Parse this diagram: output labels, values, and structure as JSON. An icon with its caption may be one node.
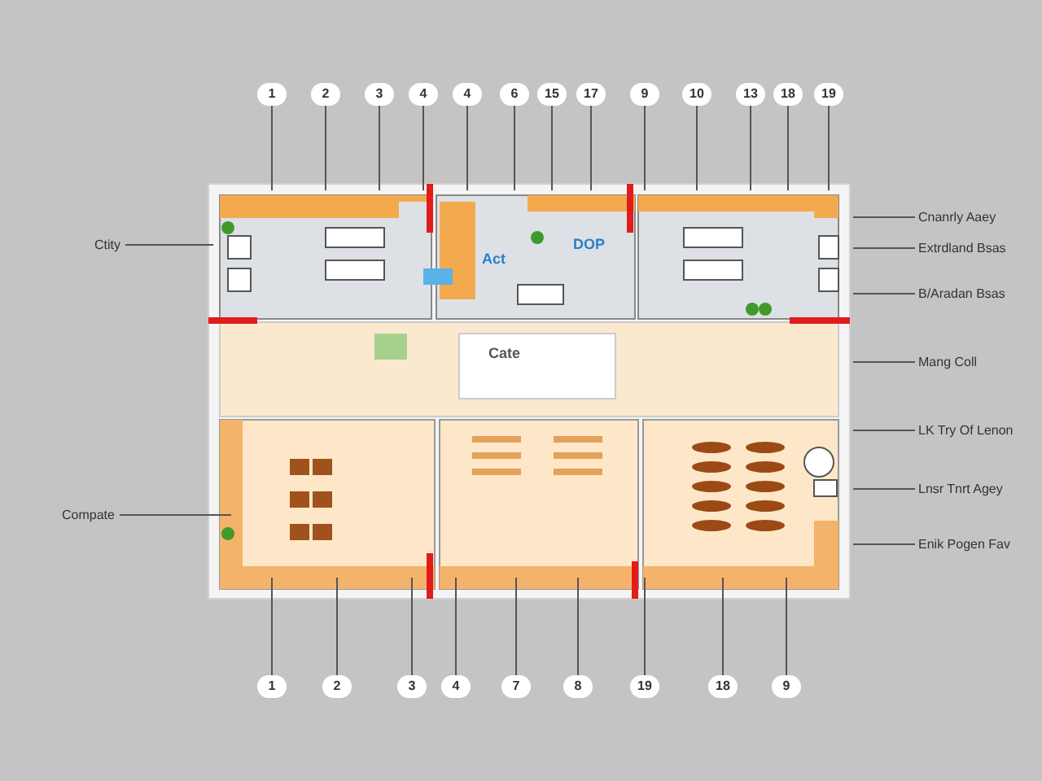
{
  "diagram": {
    "nodes": [
      {
        "text": [
          "1"
        ]
      },
      {
        "text": [
          "2"
        ]
      },
      {
        "text": [
          "3"
        ]
      },
      {
        "text": [
          "4"
        ]
      },
      {
        "text": [
          "4"
        ]
      },
      {
        "text": [
          "6"
        ]
      },
      {
        "text": [
          "15"
        ]
      },
      {
        "text": [
          "17"
        ]
      },
      {
        "text": [
          "9"
        ]
      },
      {
        "text": [
          "10"
        ]
      },
      {
        "text": [
          "13"
        ]
      },
      {
        "text": [
          "18"
        ]
      },
      {
        "text": [
          "19"
        ]
      },
      {
        "text": [
          "Ctity"
        ]
      },
      {
        "text": [
          "Cnanrly Aaey"
        ]
      },
      {
        "text": [
          "Extrdland Bsas"
        ]
      },
      {
        "text": [
          "B/Aradan Bsas"
        ]
      },
      {
        "text": [
          "Mang Coll"
        ]
      },
      {
        "text": [
          "LK Try Of Lenon"
        ]
      },
      {
        "text": [
          "Compate"
        ]
      },
      {
        "text": [
          "Lnsr Tnrt Agey"
        ]
      },
      {
        "text": [
          "Enik Pogen Fav"
        ]
      },
      {
        "text": [
          "1"
        ]
      },
      {
        "text": [
          "2"
        ]
      },
      {
        "text": [
          "3"
        ]
      },
      {
        "text": [
          "4"
        ]
      },
      {
        "text": [
          "7"
        ]
      },
      {
        "text": [
          "8"
        ]
      },
      {
        "text": [
          "19"
        ]
      },
      {
        "text": [
          "18"
        ]
      },
      {
        "text": [
          "9"
        ]
      }
    ],
    "edges": [
      {
        "from": 0,
        "to": null,
        "arrow": "none"
      },
      {
        "from": 1,
        "to": null,
        "arrow": "none"
      },
      {
        "from": 2,
        "to": null,
        "arrow": "none"
      },
      {
        "from": 3,
        "to": null,
        "arrow": "none"
      },
      {
        "from": 4,
        "to": null,
        "arrow": "none"
      },
      {
        "from": 5,
        "to": null,
        "arrow": "none"
      },
      {
        "from": 6,
        "to": null,
        "arrow": "none"
      },
      {
        "from": 7,
        "to": null,
        "arrow": "none"
      },
      {
        "from": 8,
        "to": null,
        "arrow": "none"
      },
      {
        "from": 9,
        "to": null,
        "arrow": "none"
      },
      {
        "from": 10,
        "to": null,
        "arrow": "none"
      },
      {
        "from": 11,
        "to": null,
        "arrow": "none"
      },
      {
        "from": 12,
        "to": null,
        "arrow": "none"
      },
      {
        "from": 13,
        "to": null,
        "arrow": "none"
      },
      {
        "from": 14,
        "to": null,
        "arrow": "none"
      },
      {
        "from": 15,
        "to": null,
        "arrow": "none"
      },
      {
        "from": 16,
        "to": null,
        "arrow": "none"
      },
      {
        "from": 17,
        "to": null,
        "arrow": "none"
      },
      {
        "from": 18,
        "to": null,
        "arrow": "none"
      },
      {
        "from": 19,
        "to": null,
        "arrow": "none"
      },
      {
        "from": 20,
        "to": null,
        "arrow": "none"
      },
      {
        "from": 21,
        "to": null,
        "arrow": "none"
      },
      {
        "from": 22,
        "to": null,
        "arrow": "none"
      },
      {
        "from": 23,
        "to": null,
        "arrow": "none"
      },
      {
        "from": 24,
        "to": null,
        "arrow": "none"
      },
      {
        "from": 25,
        "to": null,
        "arrow": "none"
      },
      {
        "from": 26,
        "to": null,
        "arrow": "none"
      },
      {
        "from": 27,
        "to": null,
        "arrow": "none"
      },
      {
        "from": 28,
        "to": null,
        "arrow": "none"
      },
      {
        "from": 29,
        "to": null,
        "arrow": "none"
      },
      {
        "from": 30,
        "to": null,
        "arrow": "none"
      }
    ],
    "labels": [
      "DOP",
      "Act",
      "Cate"
    ]
  }
}
